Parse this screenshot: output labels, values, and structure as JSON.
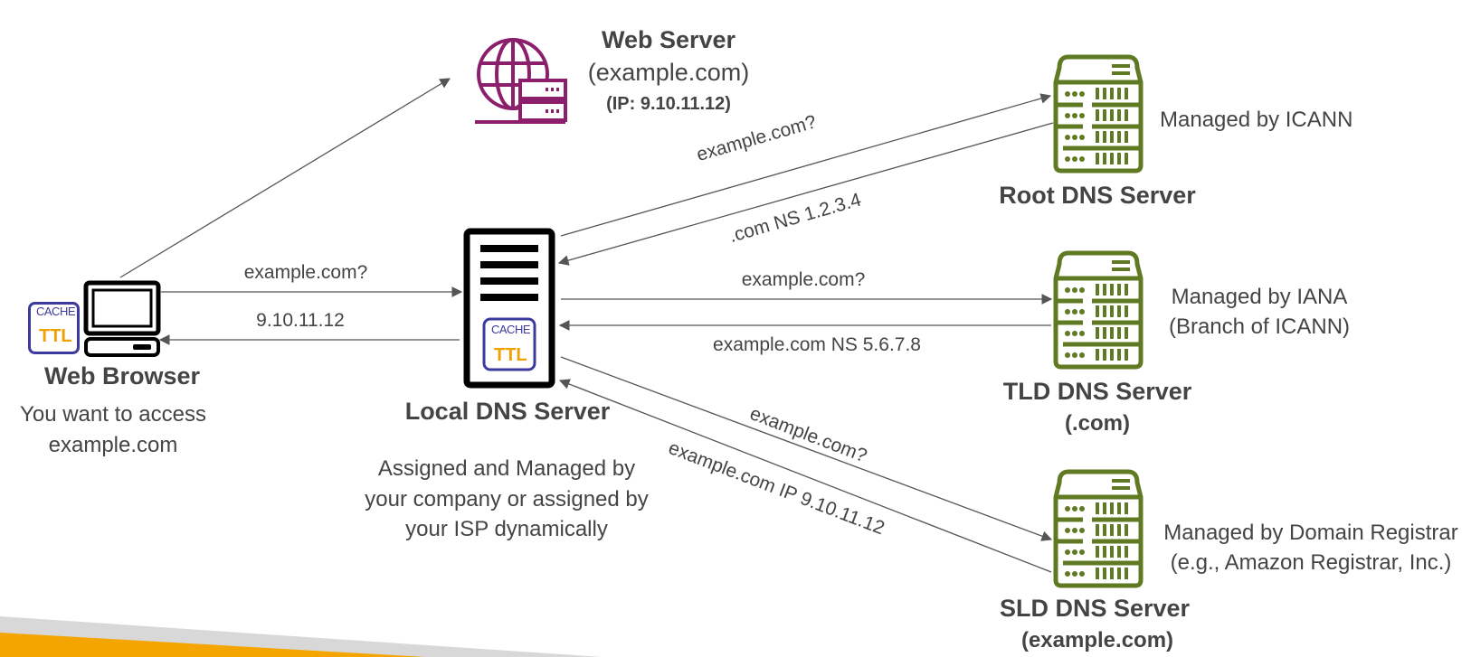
{
  "colors": {
    "web_server_icon": "#8c1f6b",
    "dns_server_icon": "#5f7a22",
    "cache_border": "#3b3a9e",
    "cache_text": "#3b3a9e",
    "ttl_text": "#f0a000",
    "arrow": "#555555",
    "text": "#444444",
    "footer_gray": "#d8d8d8",
    "footer_orange": "#f5a500"
  },
  "cache_badge": {
    "cache_label": "CACHE",
    "ttl_label": "TTL"
  },
  "web_browser": {
    "title": "Web Browser",
    "description_lines": [
      "You want to access",
      "example.com"
    ]
  },
  "web_server": {
    "title": "Web Server",
    "domain": "(example.com)",
    "ip": "(IP: 9.10.11.12)"
  },
  "local_dns": {
    "title": "Local DNS Server",
    "description_lines": [
      "Assigned and Managed by",
      "your company or assigned by",
      "your ISP dynamically"
    ]
  },
  "root_dns": {
    "title": "Root DNS Server",
    "managed_by": "Managed by ICANN"
  },
  "tld_dns": {
    "title": "TLD DNS Server",
    "subtitle": "(.com)",
    "managed_by_lines": [
      "Managed by IANA",
      "(Branch of ICANN)"
    ]
  },
  "sld_dns": {
    "title": "SLD DNS Server",
    "subtitle": "(example.com)",
    "managed_by_lines": [
      "Managed by Domain Registrar",
      "(e.g., Amazon Registrar, Inc.)"
    ]
  },
  "arrows": {
    "browser_to_local_query": "example.com?",
    "local_to_browser_answer": "9.10.11.12",
    "local_to_root_query": "example.com?",
    "root_to_local_answer": ".com NS 1.2.3.4",
    "local_to_tld_query": "example.com?",
    "tld_to_local_answer": "example.com NS 5.6.7.8",
    "local_to_sld_query": "example.com?",
    "sld_to_local_answer": "example.com IP 9.10.11.12"
  }
}
